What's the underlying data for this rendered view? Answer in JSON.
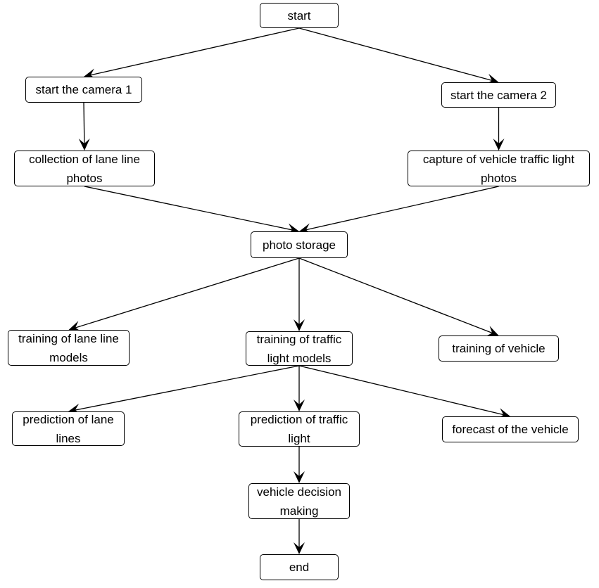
{
  "nodes": {
    "start": "start",
    "camera1": "start the camera 1",
    "camera2": "start the camera 2",
    "lane_photos": "collection of lane line photos",
    "light_photos": "capture of vehicle traffic light photos",
    "storage": "photo storage",
    "train_lane": "training of lane line models",
    "train_light": "training of traffic light models",
    "train_vehicle": "training of vehicle",
    "pred_lane": "prediction of lane lines",
    "pred_light": "prediction of traffic light",
    "forecast_vehicle": "forecast of the vehicle",
    "decision": "vehicle decision making",
    "end": "end"
  },
  "edges": [
    [
      "start",
      "camera1"
    ],
    [
      "start",
      "camera2"
    ],
    [
      "camera1",
      "lane_photos"
    ],
    [
      "camera2",
      "light_photos"
    ],
    [
      "lane_photos",
      "storage"
    ],
    [
      "light_photos",
      "storage"
    ],
    [
      "storage",
      "train_lane"
    ],
    [
      "storage",
      "train_light"
    ],
    [
      "storage",
      "train_vehicle"
    ],
    [
      "train_light",
      "pred_lane"
    ],
    [
      "train_light",
      "pred_light"
    ],
    [
      "train_light",
      "forecast_vehicle"
    ],
    [
      "pred_light",
      "decision"
    ],
    [
      "decision",
      "end"
    ]
  ]
}
